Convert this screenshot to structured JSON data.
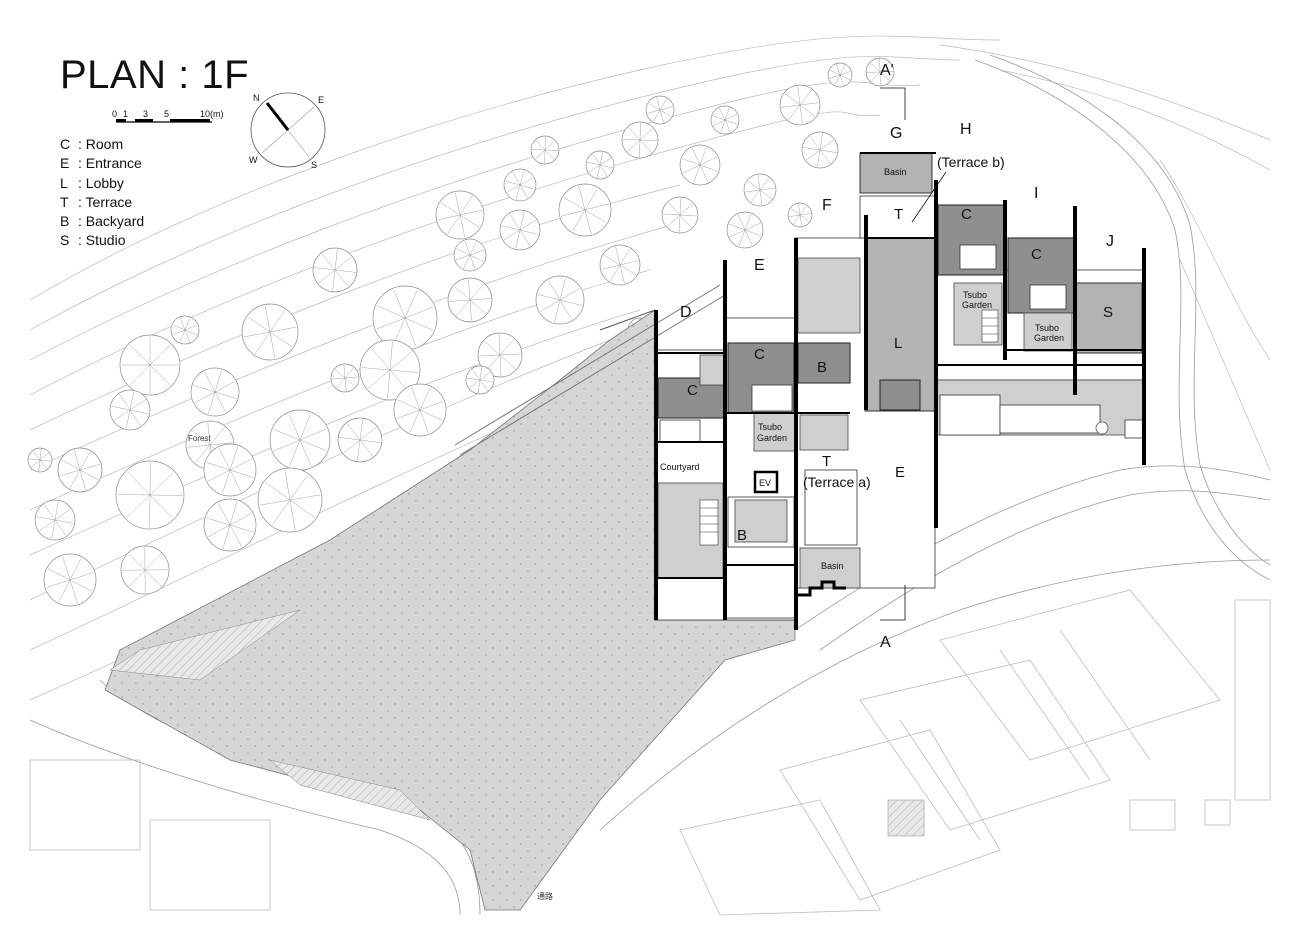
{
  "plan": {
    "title": "PLAN : 1F",
    "scale_ticks": [
      "0",
      "1",
      "3",
      "5",
      "10(m)"
    ],
    "compass": {
      "n": "N",
      "e": "E",
      "s": "S",
      "w": "W"
    },
    "legend": [
      {
        "code": "C",
        "desc": ": Room"
      },
      {
        "code": "E",
        "desc": ": Entrance"
      },
      {
        "code": "L",
        "desc": ": Lobby"
      },
      {
        "code": "T",
        "desc": ": Terrace"
      },
      {
        "code": "B",
        "desc": ": Backyard"
      },
      {
        "code": "S",
        "desc": ": Studio"
      }
    ],
    "section_marks": {
      "a": "A",
      "a_prime": "A'"
    },
    "wings": {
      "d": "D",
      "e": "E",
      "f": "F",
      "g": "G",
      "h": "H",
      "i": "I",
      "j": "J"
    },
    "rooms": {
      "room_d": "C",
      "room_e": "C",
      "room_h": "C",
      "room_i": "C",
      "backyard_e": "B",
      "backyard_d": "B",
      "lobby": "L",
      "studio": "S",
      "terrace_a_letter": "T",
      "terrace_a_name": "(Terrace a)",
      "terrace_b_letter": "T",
      "terrace_b_name": "(Terrace b)",
      "entrance": "E",
      "basin_top": "Basin",
      "basin_bottom": "Basin",
      "ev": "EV",
      "courtyard": "Courtyard",
      "tsubo_1_line1": "Tsubo",
      "tsubo_1_line2": "Garden",
      "tsubo_2_line1": "Tsubo",
      "tsubo_2_line2": "Garden",
      "tsubo_3_line1": "Tsubo",
      "tsubo_3_line2": "Garden"
    },
    "forest_label": "Forest",
    "road_label": "通路"
  }
}
